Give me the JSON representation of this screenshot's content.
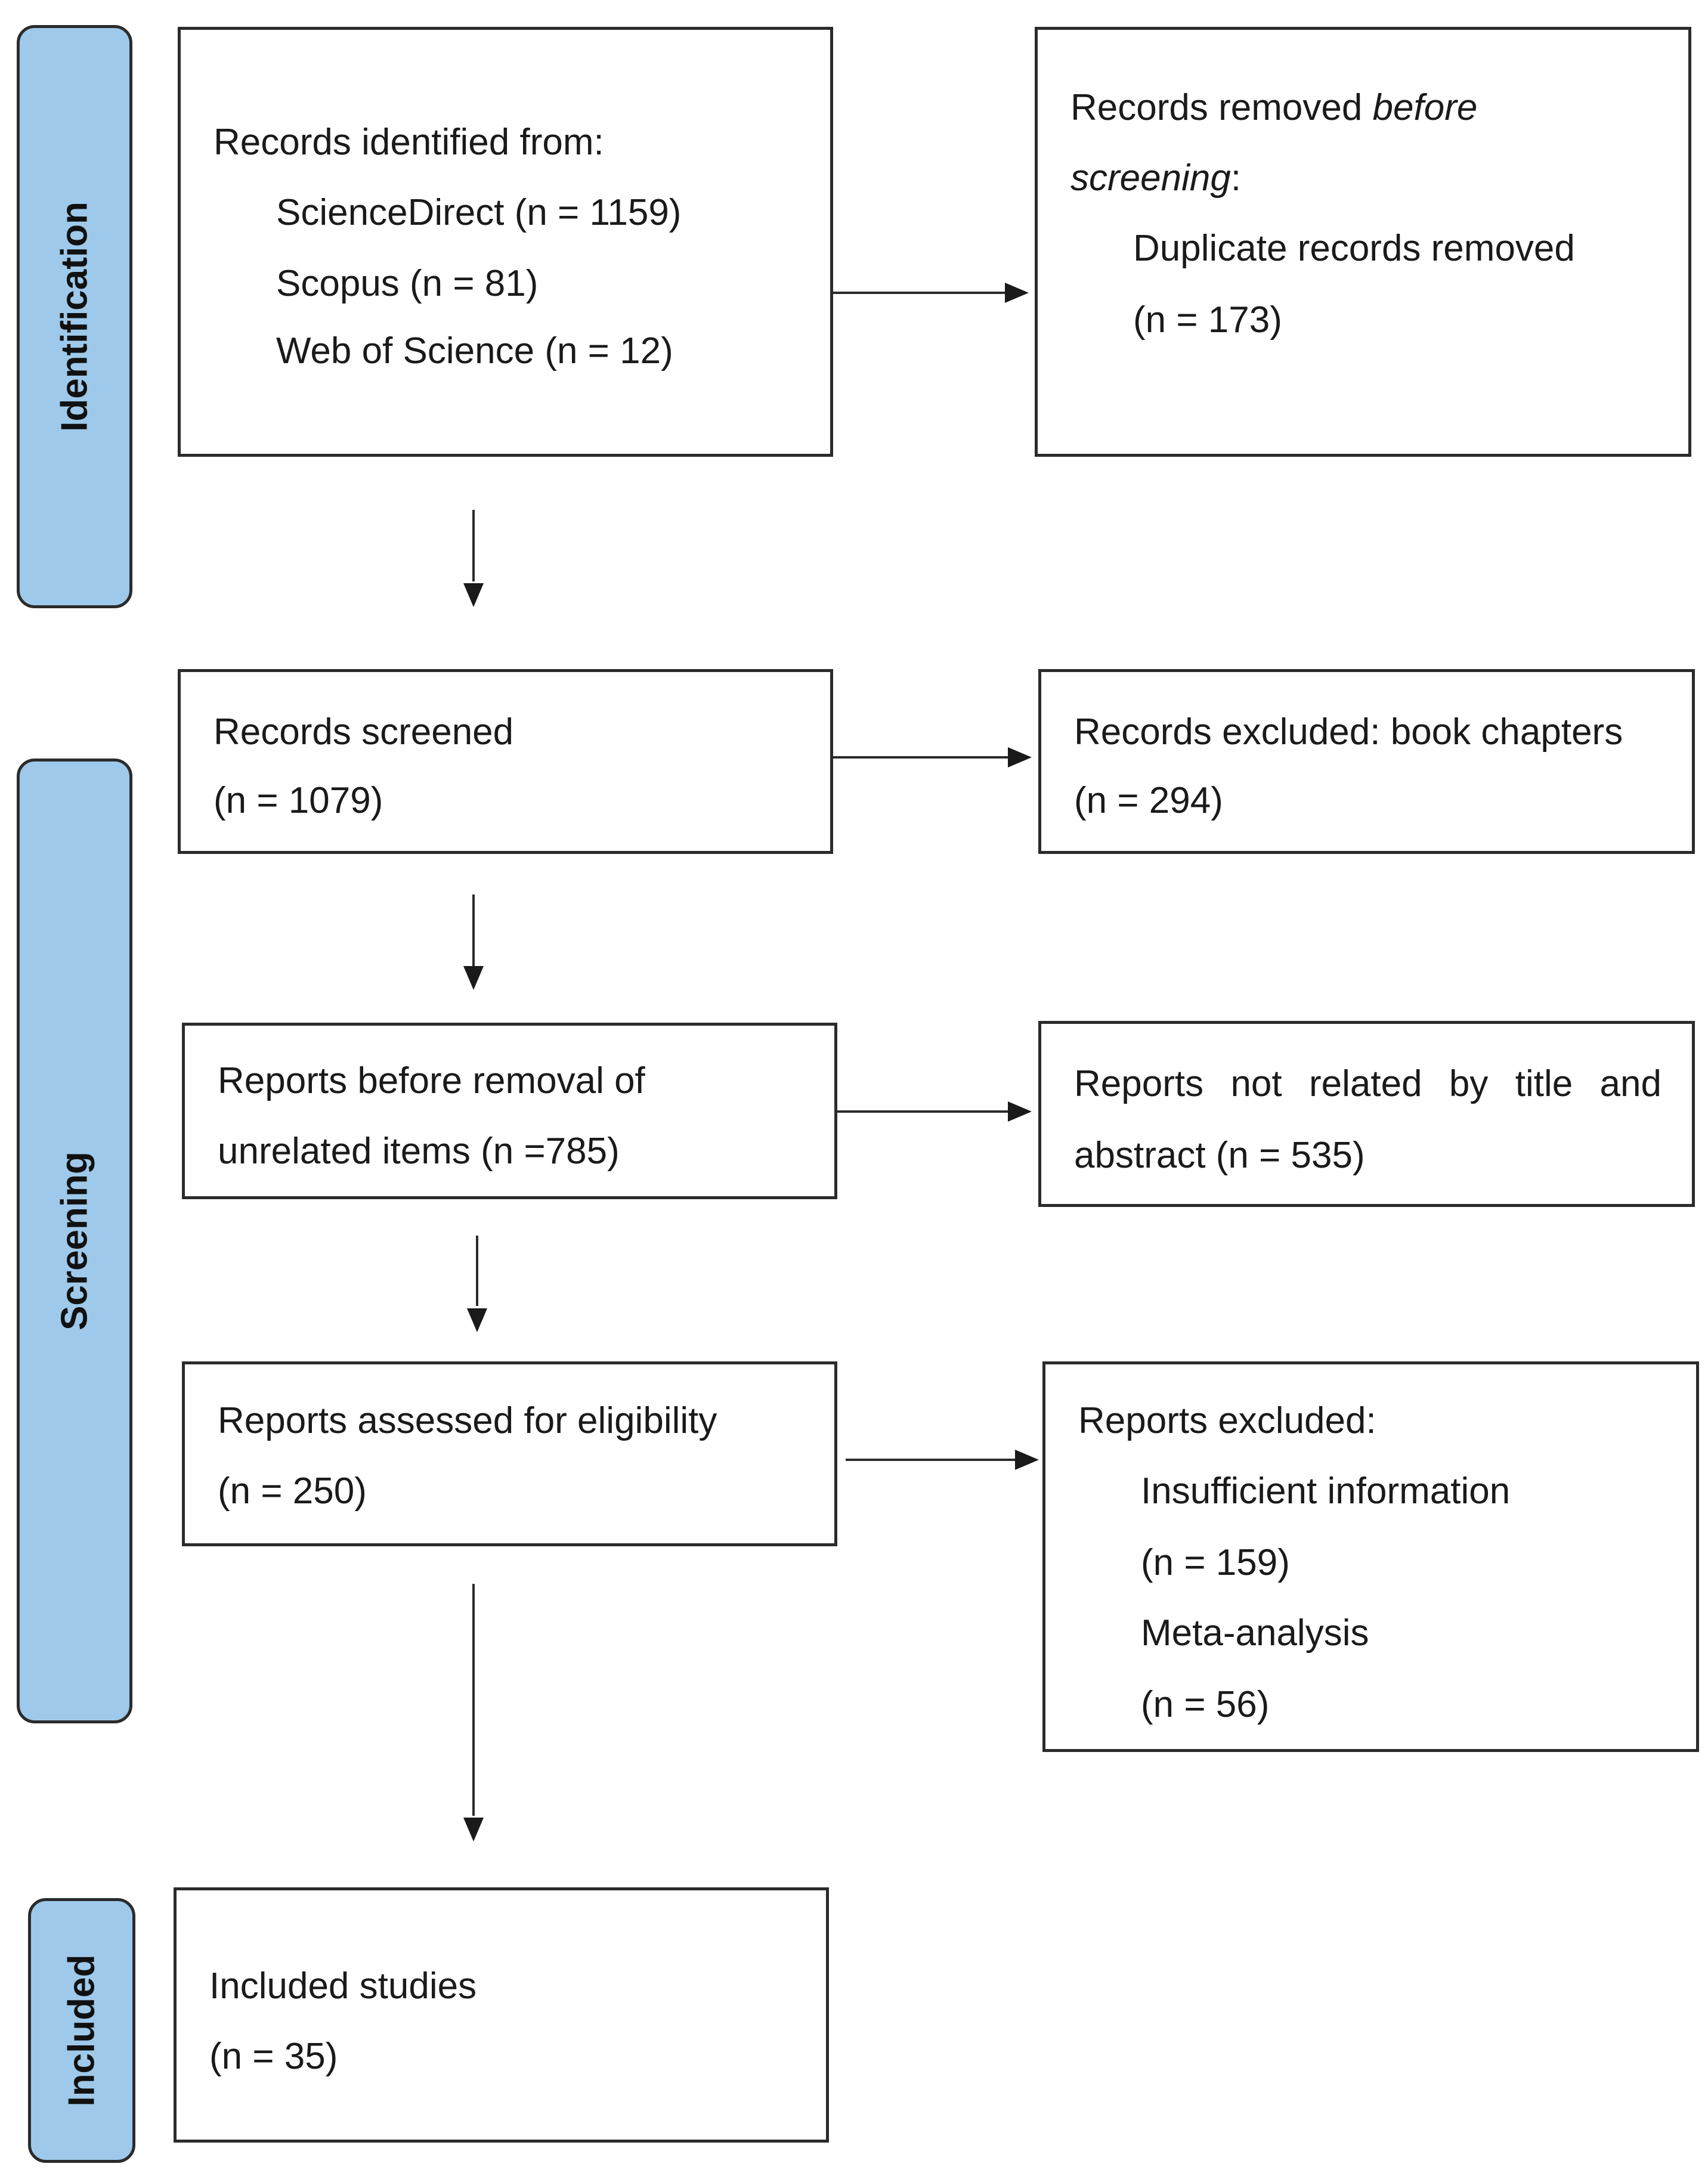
{
  "phases": {
    "identification": "Identification",
    "screening": "Screening",
    "included": "Included"
  },
  "identified": {
    "heading": "Records identified from:",
    "sources": [
      "ScienceDirect (n = 1159)",
      "Scopus (n = 81)",
      "Web of Science (n = 12)"
    ]
  },
  "removed": {
    "heading_start": "Records removed ",
    "heading_italic": "before",
    "heading_italic_2": "screening",
    "heading_end": ":",
    "item": "Duplicate records removed",
    "count": "(n = 173)"
  },
  "screened": {
    "label": "Records screened",
    "count": "(n = 1079)"
  },
  "excluded_books": {
    "label": "Records excluded: book chapters",
    "count": "(n = 294)"
  },
  "before_removal": {
    "label": "Reports before removal of",
    "label_2": "unrelated items (n =785)"
  },
  "not_related": {
    "label": "Reports not related by title and",
    "label_2": "abstract (n = 535)"
  },
  "assessed": {
    "label": "Reports assessed for eligibility",
    "count": "(n = 250)"
  },
  "reports_excluded": {
    "heading": "Reports excluded:",
    "reason_1": "Insufficient information",
    "count_1": "(n = 159)",
    "reason_2": "Meta-analysis",
    "count_2": "(n = 56)"
  },
  "included": {
    "label": "Included studies",
    "count": "(n = 35)"
  },
  "colors": {
    "phase_fill": "#9ec9ea",
    "stroke": "#2b2b2b"
  }
}
